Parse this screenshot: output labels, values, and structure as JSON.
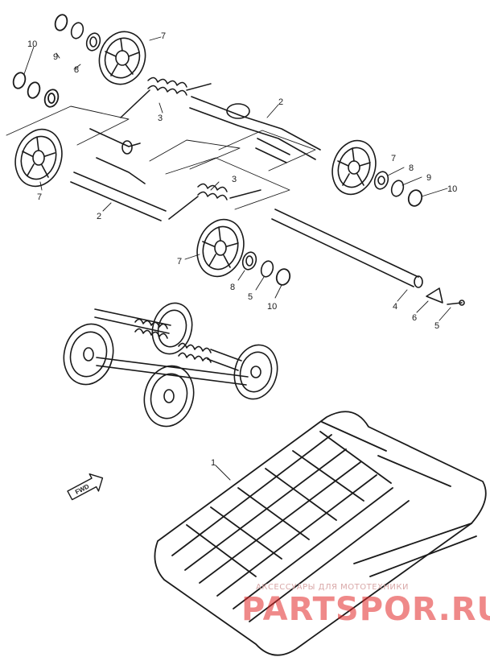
{
  "callouts": {
    "c1": "1",
    "c2a": "2",
    "c2b": "2",
    "c3a": "3",
    "c3b": "3",
    "c4": "4",
    "c5a": "5",
    "c5b": "5",
    "c6": "6",
    "c7a": "7",
    "c7b": "7",
    "c7c": "7",
    "c7d": "7",
    "c8a": "8",
    "c8b": "8",
    "c8c": "8",
    "c9a": "9",
    "c9b": "9",
    "c10a": "10",
    "c10b": "10",
    "c10c": "10"
  },
  "fwd_label": "FWD",
  "watermark": {
    "line1": "АКСЕССУАРЫ ДЛЯ МОТОТЕХНИКИ",
    "line2": "PARTSPOR.RU"
  }
}
